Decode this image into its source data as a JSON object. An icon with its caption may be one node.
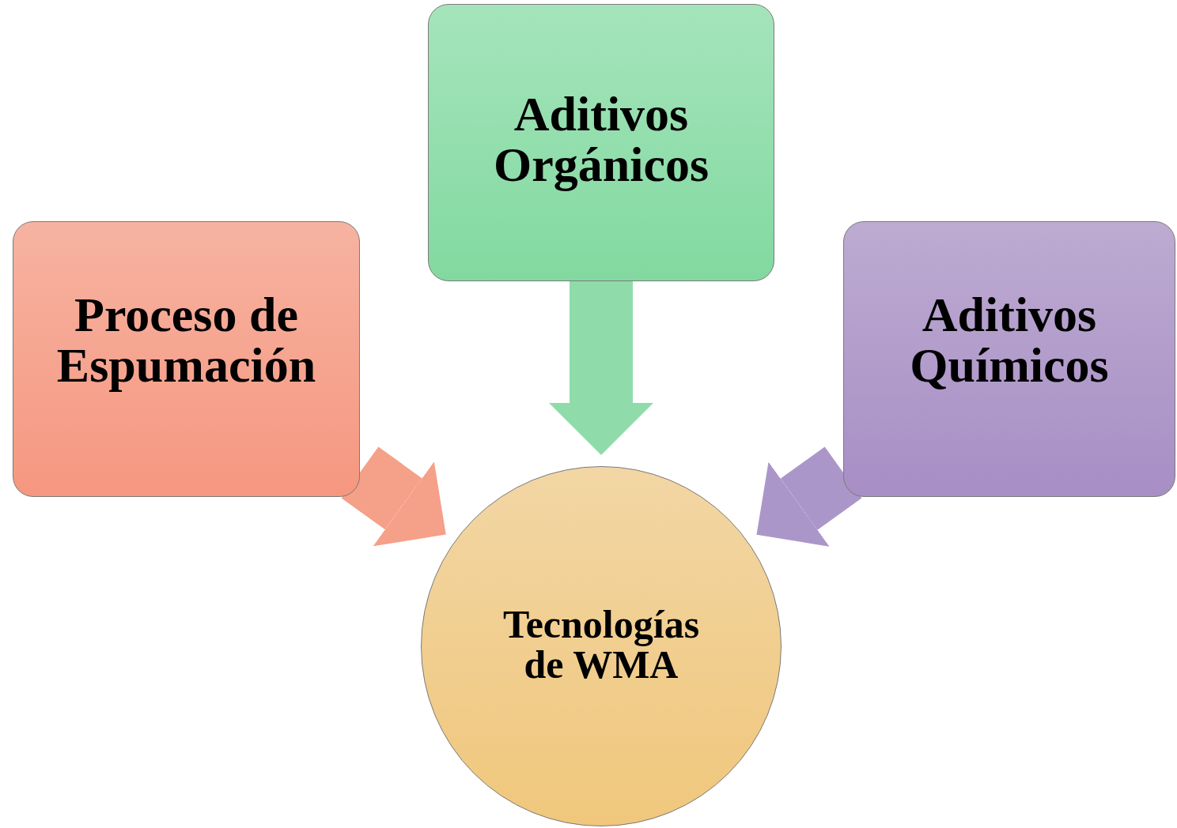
{
  "diagram": {
    "nodes": [
      {
        "text": [
          "Aditivos Orgánicos"
        ]
      },
      {
        "text": [
          "Proceso de Espumación"
        ]
      },
      {
        "text": [
          "Aditivos Químicos"
        ]
      },
      {
        "text": [
          "Tecnologías de WMA"
        ]
      }
    ],
    "edges": [
      {
        "from": 0,
        "to": 3,
        "arrow": "to",
        "color": "#8fdcaa"
      },
      {
        "from": 1,
        "to": 3,
        "arrow": "to",
        "color": "#f5a088"
      },
      {
        "from": 2,
        "to": 3,
        "arrow": "to",
        "color": "#ab96c9"
      }
    ]
  }
}
